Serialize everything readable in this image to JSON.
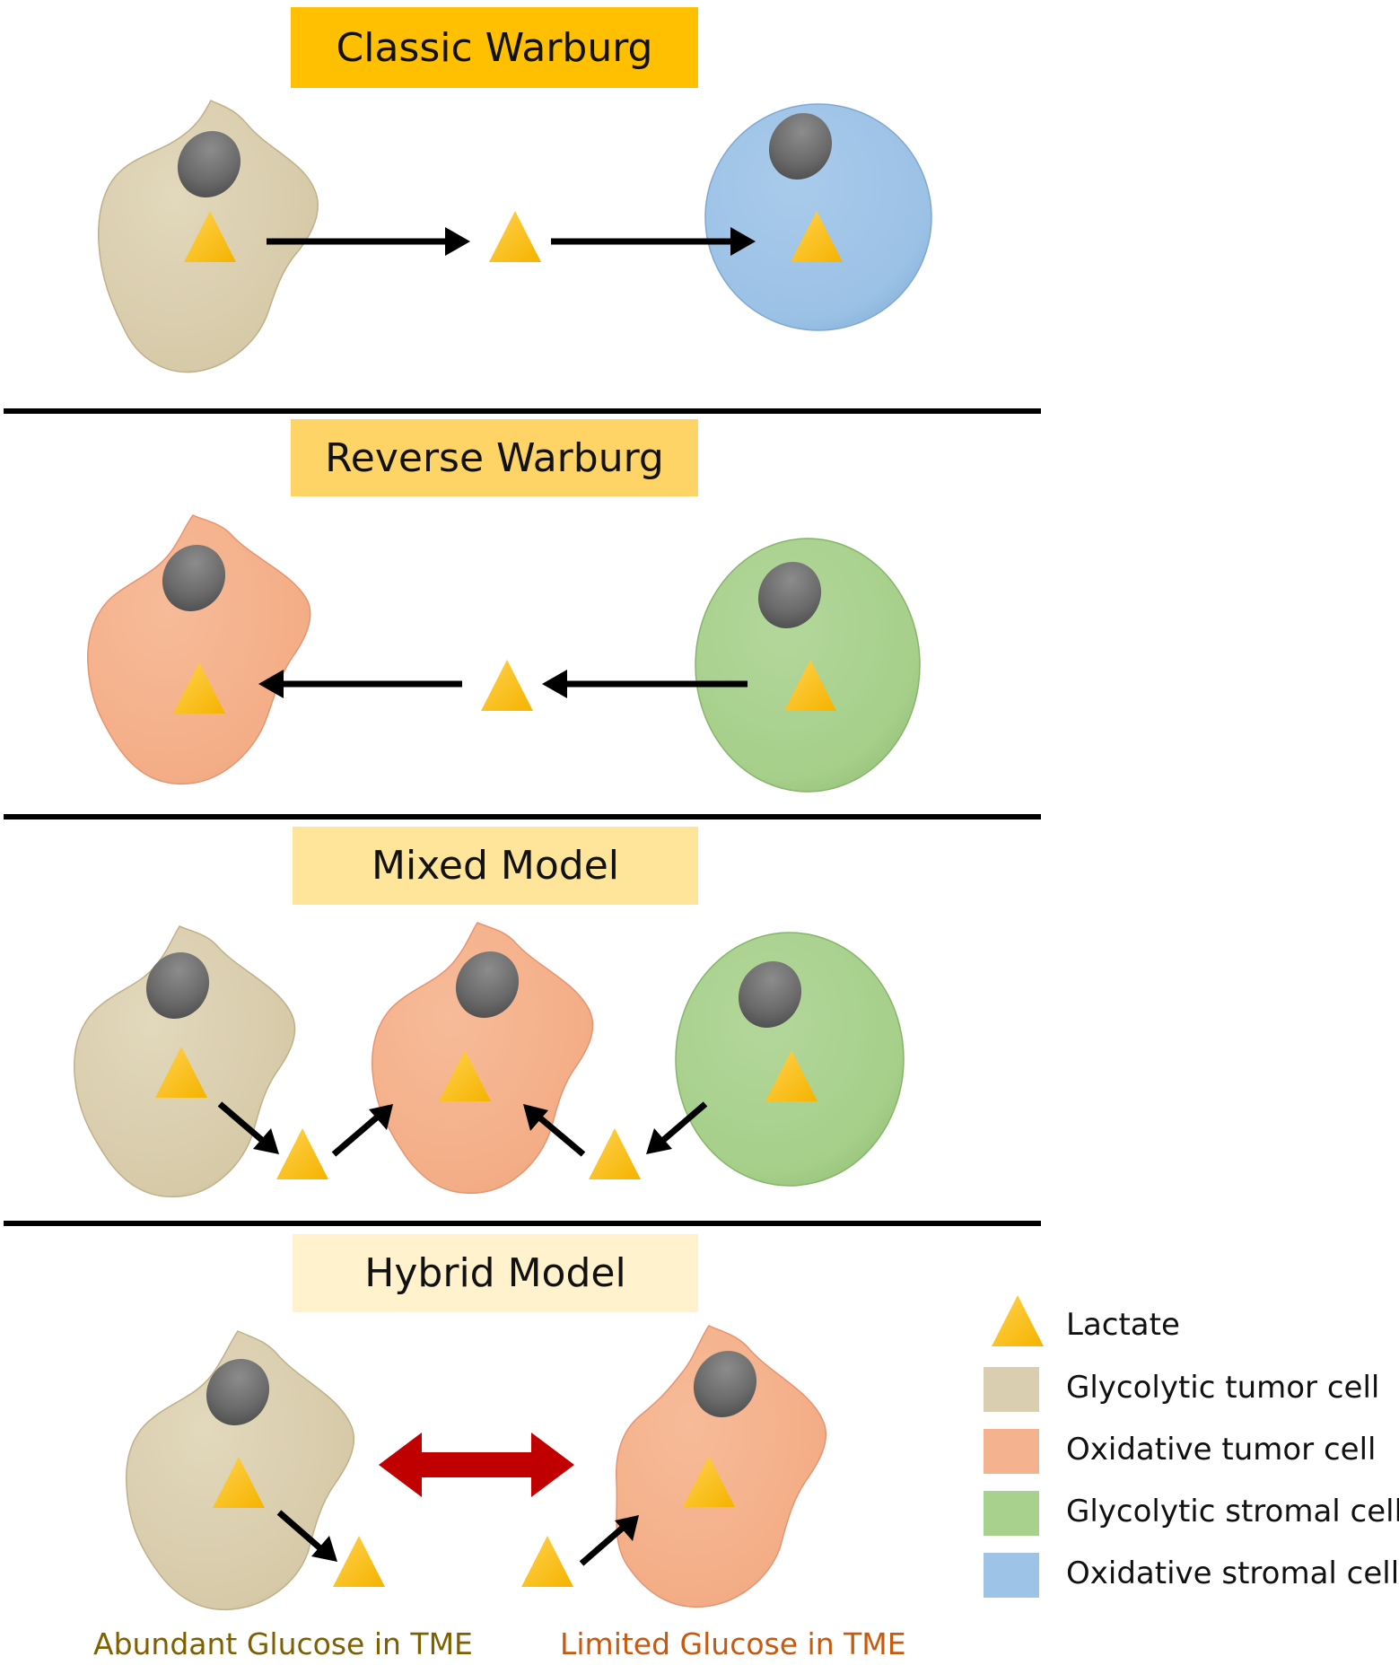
{
  "panels": [
    {
      "title": "Classic Warburg",
      "color": "#fec000"
    },
    {
      "title": "Reverse Warburg",
      "color": "#fed466"
    },
    {
      "title": "Mixed Model",
      "color": "#fee599"
    },
    {
      "title": "Hybrid Model",
      "color": "#fff2cc"
    }
  ],
  "legend": [
    {
      "label": "Lactate",
      "symbol": "lactate-triangle"
    },
    {
      "label": "Glycolytic tumor cell",
      "color": "#d9ceaf"
    },
    {
      "label": "Oxidative tumor cell",
      "color": "#f5b28e"
    },
    {
      "label": "Glycolytic stromal cell",
      "color": "#a8d18d"
    },
    {
      "label": "Oxidative stromal cell",
      "color": "#9dc3e6"
    }
  ],
  "captions": {
    "left": {
      "text": "Abundant Glucose in TME",
      "color": "#7f6000"
    },
    "right": {
      "text": "Limited Glucose in TME",
      "color": "#c55a11"
    }
  },
  "colors": {
    "nucleus": "#6b6b6b",
    "lactate": "#ffc000",
    "arrow": "#000000",
    "exchange_arrow": "#c00000",
    "divider": "#000000"
  }
}
